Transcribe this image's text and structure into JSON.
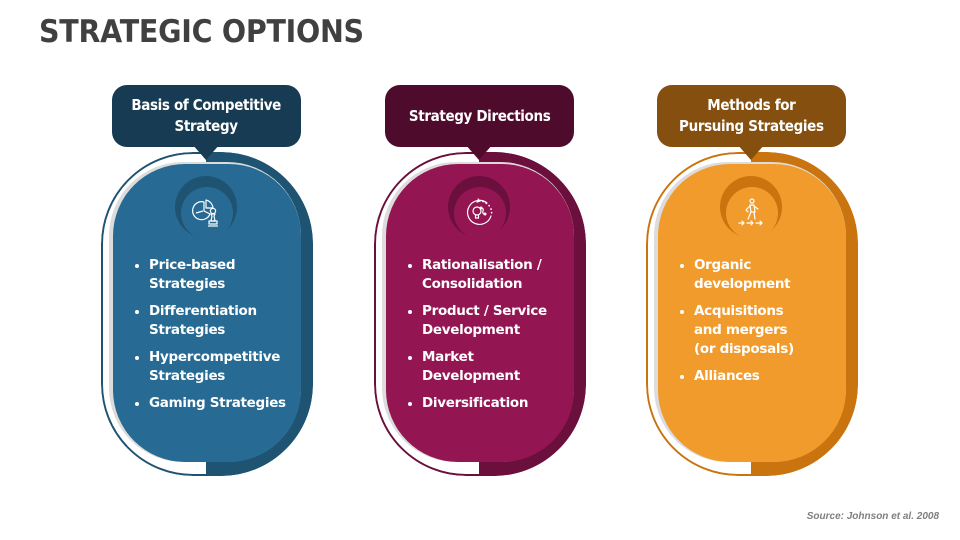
{
  "page": {
    "title": "STRATEGIC OPTIONS",
    "source": "Source: Johnson et al. 2008"
  },
  "cards": [
    {
      "heading": "Basis of Competitive\nStrategy",
      "icon": "pie-chart-chess-pawn-icon",
      "colors": {
        "main": "#276A93",
        "dark": "#1E5372",
        "head": "#173B52"
      },
      "items": [
        "Price-based\nStrategies",
        "Differentiation\nStrategies",
        "Hypercompetitive\nStrategies",
        "Gaming Strategies"
      ]
    },
    {
      "heading": "Strategy Directions",
      "icon": "lightbulb-cycle-icon",
      "colors": {
        "main": "#931653",
        "dark": "#6B0F3C",
        "head": "#4F0B2C"
      },
      "items": [
        "Rationalisation  /\nConsolidation",
        "Product / Service\nDevelopment",
        "Market\nDevelopment",
        "Diversification"
      ]
    },
    {
      "heading": "Methods for\nPursuing Strategies",
      "icon": "person-walking-arrows-icon",
      "colors": {
        "main": "#F19B2C",
        "dark": "#C9740E",
        "head": "#844F0F"
      },
      "items": [
        "Organic\ndevelopment",
        "Acquisitions\nand mergers\n(or disposals)",
        "Alliances"
      ]
    }
  ]
}
